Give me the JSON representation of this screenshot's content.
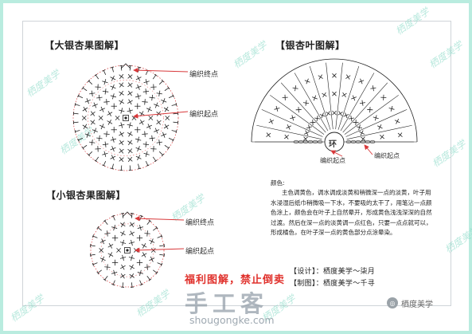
{
  "titles": {
    "big_ginkgo": "【大银杏果图解】",
    "leaf": "【银杏叶图解】",
    "small_ginkgo": "【小银杏果图解】"
  },
  "labels": {
    "big_end": "编织终点",
    "big_start": "编织起点",
    "small_end": "编织终点",
    "small_start": "编织起点",
    "leaf_start_a": "编织起点",
    "leaf_start_b": "编织起点",
    "ring": "环"
  },
  "description": {
    "heading": "颜色:",
    "body": "主色调黄色，调水调成淡黄和稍微深一点的淡黄，叶子用水浸湿后纸巾稍微吸一下水，不要吸的太干了，用笔沾一点颜色涂上，颜色会在叶子上自然晕开，形成黄色浅浅深深的自然过渡。然后在深一点的淡黄调一点红色，只要一点点就可以，形成橘色，在叶子深一点的黄色部分点涂晕染。"
  },
  "credits": {
    "design": "【设计】：栖度美学～柒月",
    "draw": "【制图】：栖度美学～千寻"
  },
  "warning": "福利图解，禁止倒卖",
  "brand": {
    "name": "手工客",
    "url": "shougongke.com"
  },
  "badge": {
    "icon": "wechat-icon",
    "text": "栖度美学"
  },
  "watermark": "栖度美学",
  "colors": {
    "frame": "#b9ecdf",
    "arrow": "#d8383a",
    "line": "#222222",
    "dotted": "#d8383a",
    "warning": "#e0312c"
  }
}
